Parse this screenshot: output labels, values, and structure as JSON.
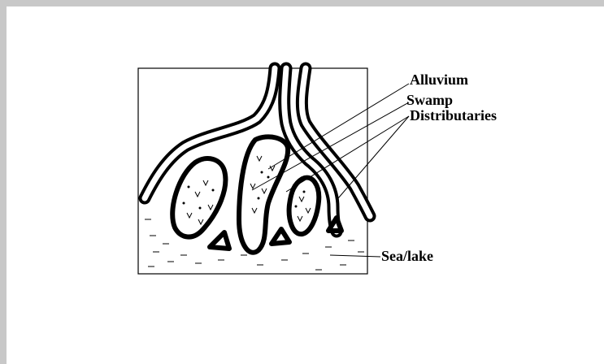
{
  "diagram": {
    "labels": {
      "alluvium": "Alluvium",
      "swamp": "Swamp",
      "distributaries": "Distributaries",
      "sea_lake": "Sea/lake"
    },
    "colors": {
      "ink": "#000000",
      "paper": "#ffffff",
      "frame": "#c8c8c8"
    }
  }
}
